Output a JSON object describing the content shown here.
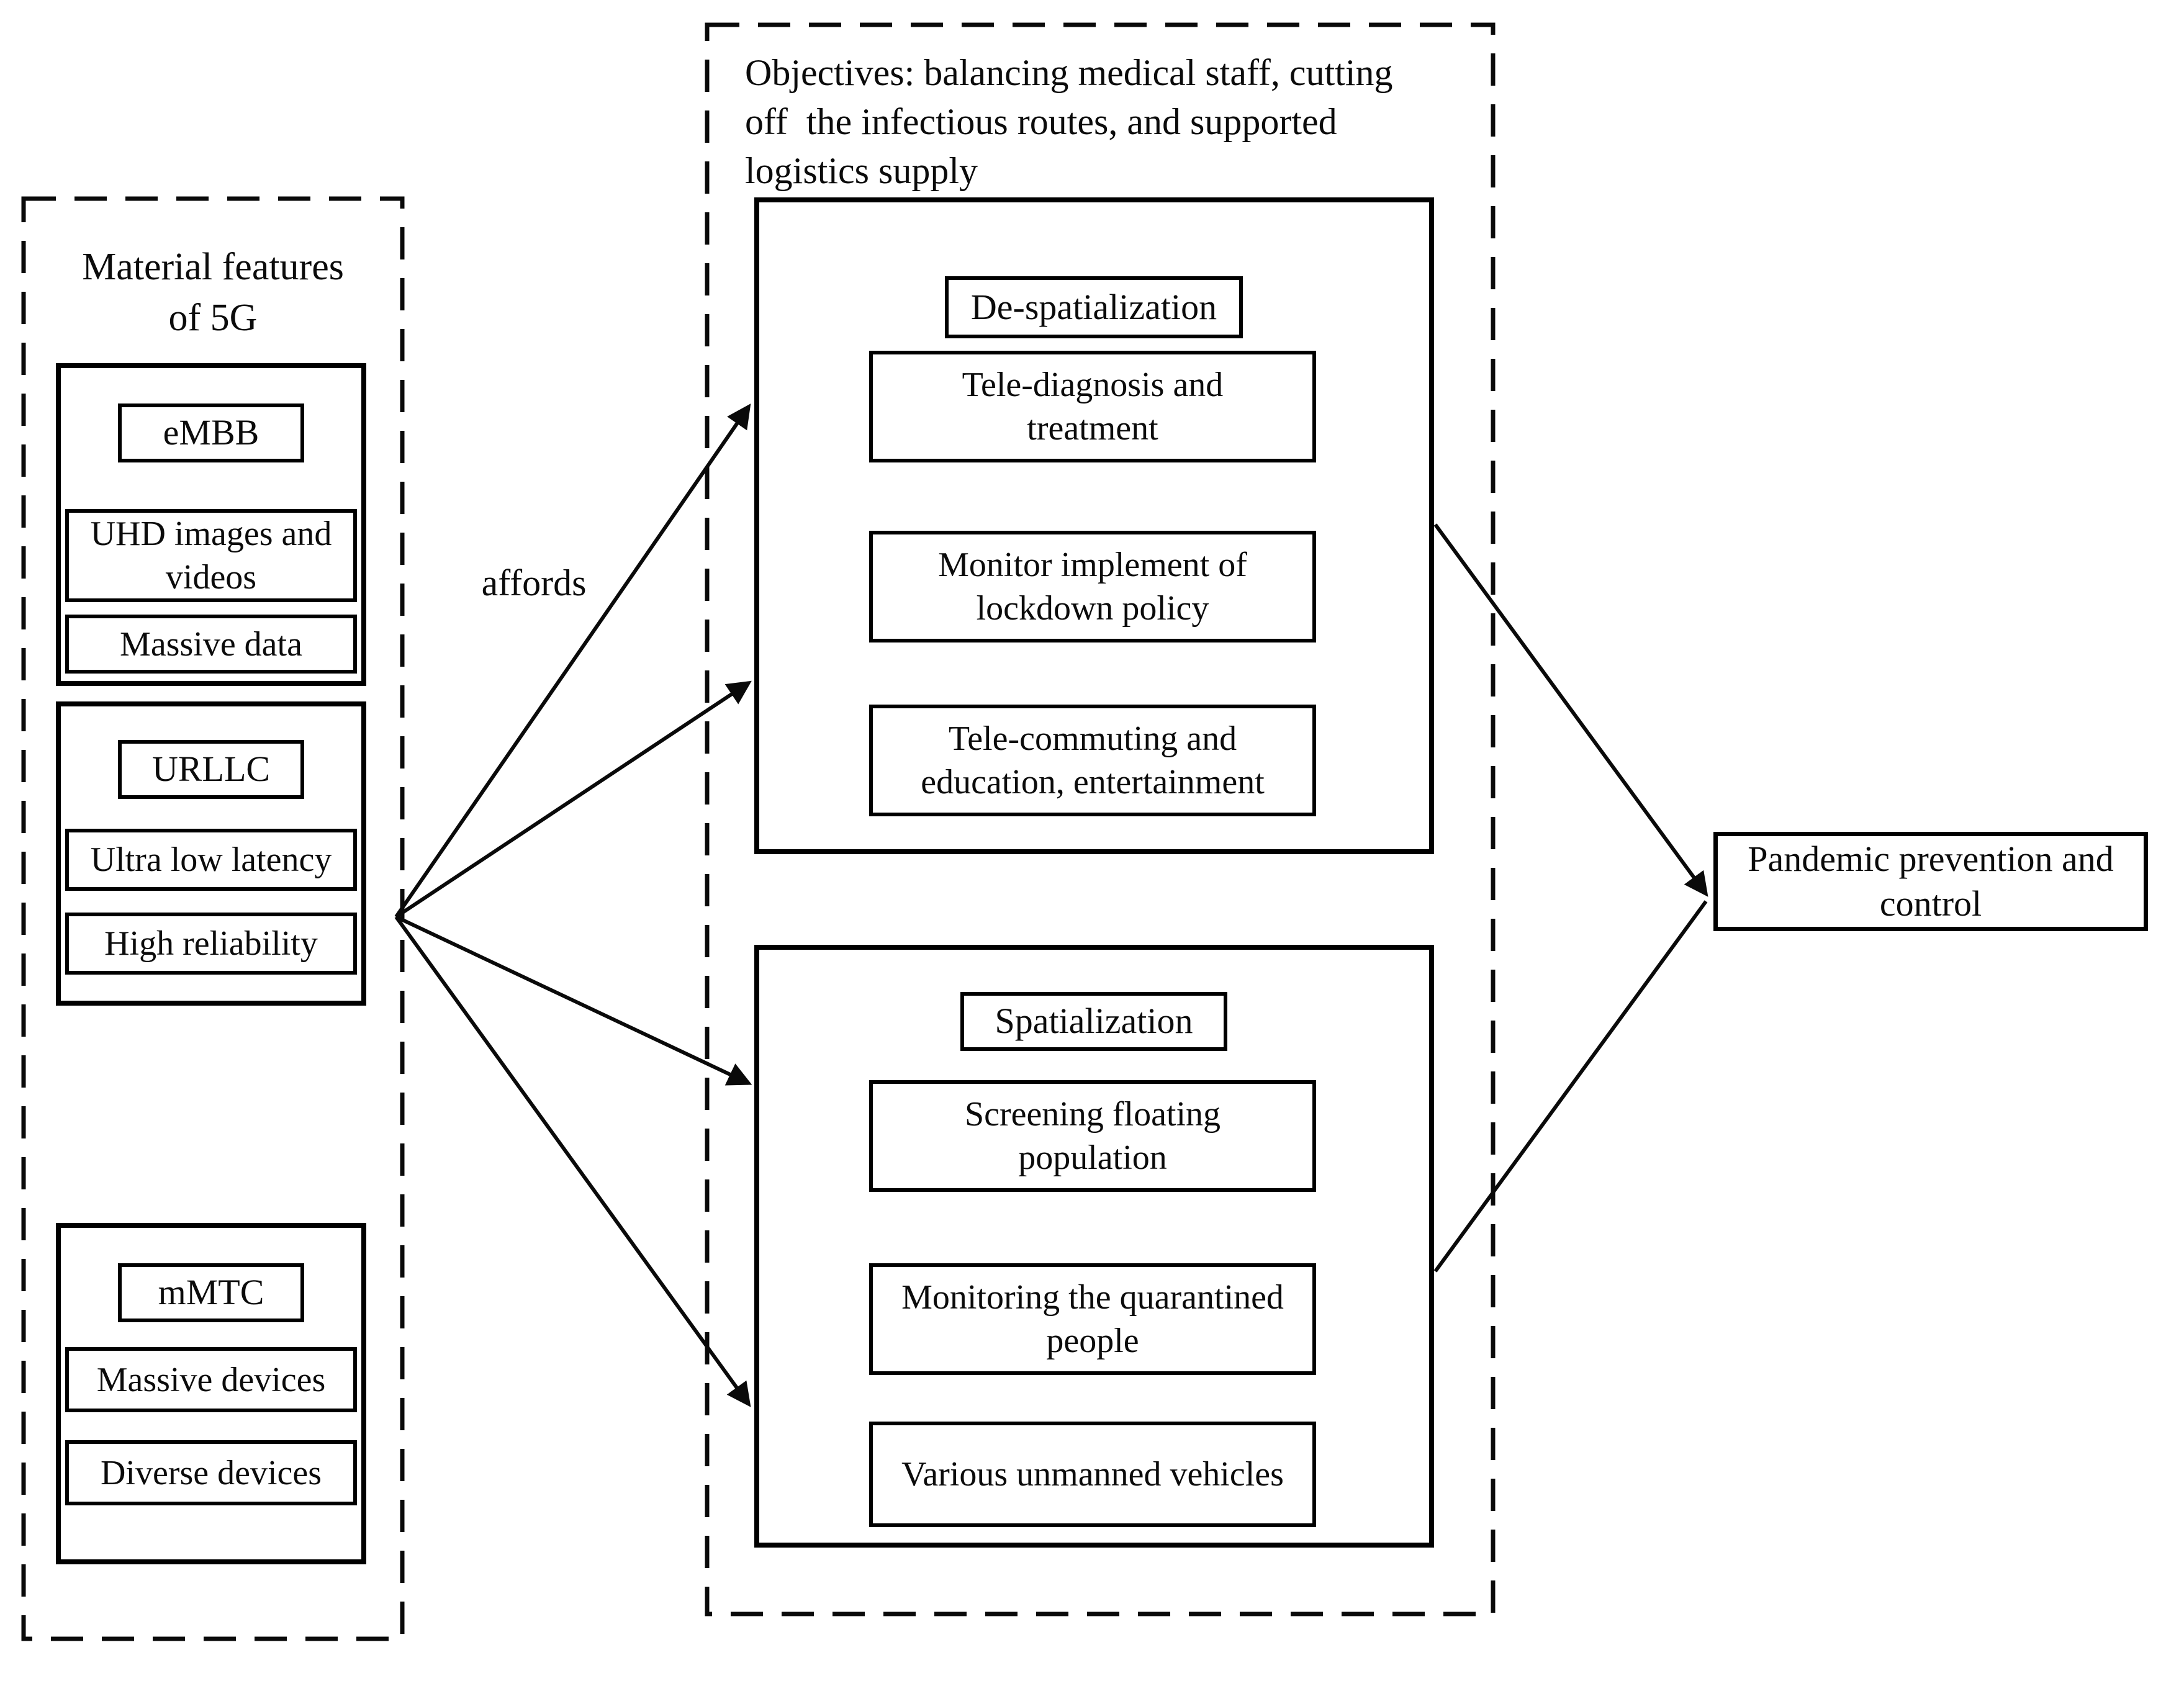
{
  "left_panel": {
    "title": "Material features\nof 5G",
    "groups": [
      {
        "label": "eMBB",
        "items": [
          "UHD images and\nvideos",
          "Massive data"
        ]
      },
      {
        "label": "URLLC",
        "items": [
          "Ultra low latency",
          "High reliability"
        ]
      },
      {
        "label": "mMTC",
        "items": [
          "Massive devices",
          "Diverse devices"
        ]
      }
    ]
  },
  "edge_label": "affords",
  "objectives_panel": {
    "title": "Objectives: balancing medical staff, cutting\noff  the infectious routes, and supported\nlogistics supply",
    "sections": [
      {
        "label": "De-spatialization",
        "items": [
          "Tele-diagnosis and\ntreatment",
          "Monitor implement of\nlockdown policy",
          "Tele-commuting and\neducation, entertainment"
        ]
      },
      {
        "label": "Spatialization",
        "items": [
          "Screening floating\npopulation",
          "Monitoring the quarantined\npeople",
          "Various unmanned vehicles"
        ]
      }
    ]
  },
  "outcome_box": "Pandemic prevention and\ncontrol",
  "colors": {
    "line": "#0a0a0a",
    "background": "#ffffff"
  }
}
